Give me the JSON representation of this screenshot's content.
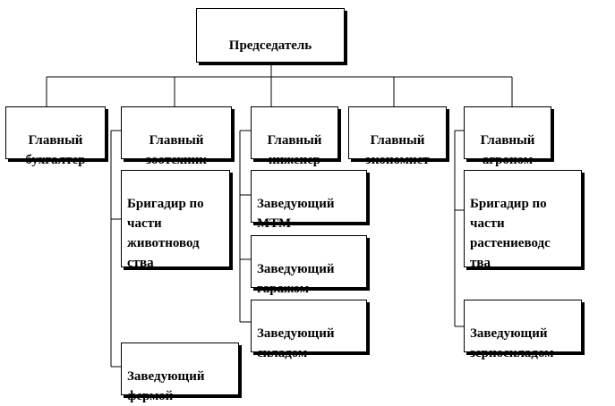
{
  "chairman": "Председатель",
  "chiefs": {
    "accountant": "Главный\nбухгалтер",
    "zootechnician": "Главный\nзоотехник",
    "engineer": "Главный\nинженер",
    "economist": "Главный\nэкономист",
    "agronomist": "Главный\nагроном"
  },
  "subordinates": {
    "livestock_foreman": "Бригадир по\nчасти\nживотновод\nства",
    "farm_head": "Заведующий\nфермой",
    "mtm_head": "Заведующий\nМТМ",
    "garage_head": "Заведующий\nгаражом",
    "warehouse_head": "Заведующий\nскладом",
    "crop_foreman": "Бригадир по\nчасти\nрастениеводс\nтва",
    "granary_head": "Заведующий\nзерноскладом"
  }
}
